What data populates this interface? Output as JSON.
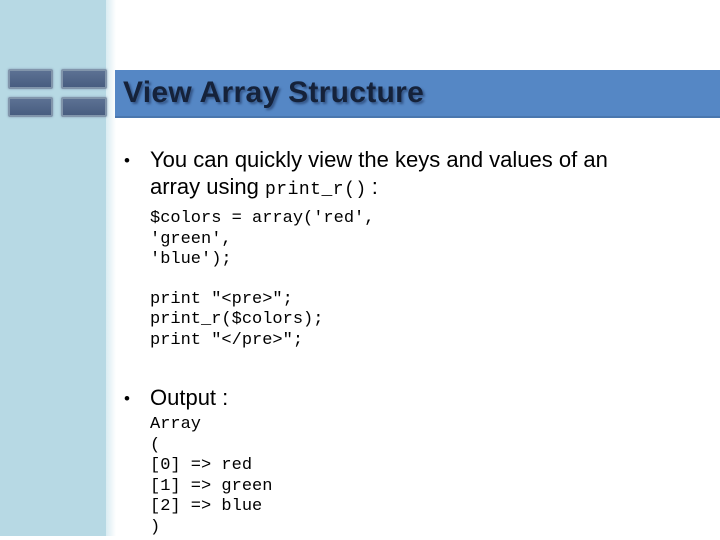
{
  "slide": {
    "title": "View Array Structure"
  },
  "bullets": {
    "bullet_char": "•",
    "b1_line1": "You can quickly view the keys and values of an",
    "b1_line2_text": "array using",
    "b1_inline_code": "print_r()",
    "b1_colon": ":",
    "b2_label": "Output :"
  },
  "code": {
    "declare_block": "$colors = array('red',\n'green',\n'blue');",
    "print_block": "print \"<pre>\";\nprint_r($colors);\nprint \"</pre>\";",
    "output_block": "Array\n(\n[0] => red\n[1] => green\n[2] => blue\n)"
  },
  "colors": {
    "sidebar": "#b7d9e4",
    "title_bar": "#5587c5",
    "title_bar_edge": "#4a77ae",
    "title_text": "#15223a",
    "logo_square_fill": "#4e6386",
    "logo_square_border": "#8195ab",
    "body_text": "#000000"
  },
  "icons": {
    "logo": "window-grid-icon",
    "bullet": "bullet-dot-icon"
  }
}
